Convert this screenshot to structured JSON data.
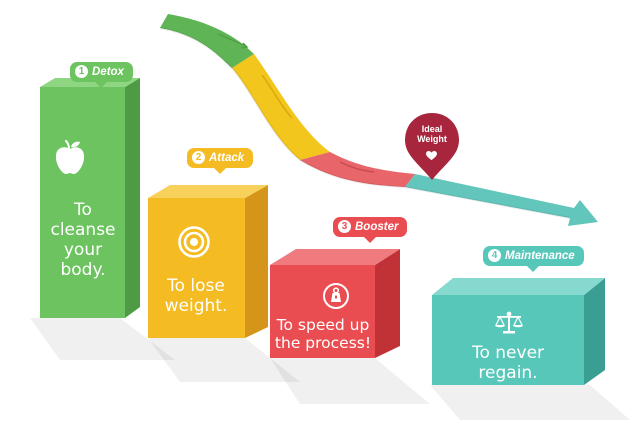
{
  "colors": {
    "green": "#6cc35f",
    "yellow": "#f4bb22",
    "red": "#ea4d51",
    "teal": "#57c7b9",
    "pin": "#a8263d"
  },
  "steps": [
    {
      "number": "1",
      "badge": "Detox",
      "text": "To cleanse your body.",
      "icon": "apple-icon"
    },
    {
      "number": "2",
      "badge": "Attack",
      "text": "To lose weight.",
      "icon": "target-icon"
    },
    {
      "number": "3",
      "badge": "Booster",
      "text": "To speed up the process!",
      "icon": "weight-icon"
    },
    {
      "number": "4",
      "badge": "Maintenance",
      "text": "To never regain.",
      "icon": "scale-icon"
    }
  ],
  "ideal_weight": {
    "label": "Ideal Weight",
    "icon": "heart-icon"
  }
}
